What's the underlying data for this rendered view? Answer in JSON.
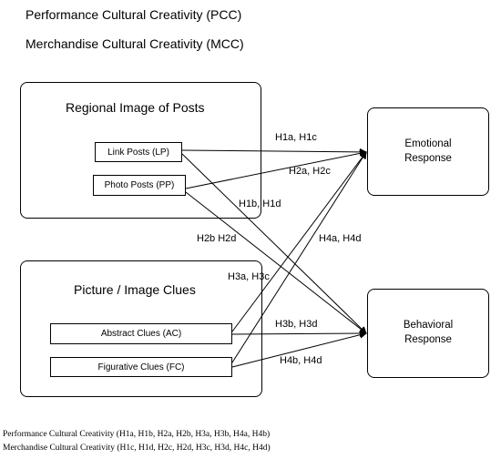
{
  "headings": {
    "pcc": "Performance Cultural Creativity (PCC)",
    "mcc": "Merchandise Cultural Creativity  (MCC)"
  },
  "groups": {
    "regional": {
      "title": "Regional Image of Posts",
      "items": [
        "Link Posts (LP)",
        "Photo Posts (PP)"
      ]
    },
    "picture": {
      "title": "Picture / Image Clues",
      "items": [
        "Abstract Clues (AC)",
        "Figurative Clues (FC)"
      ]
    }
  },
  "responses": {
    "emotional": [
      "Emotional",
      "Response"
    ],
    "behavioral": [
      "Behavioral",
      "Response"
    ]
  },
  "paths": {
    "h1a_h1c": "H1a, H1c",
    "h2a_h2c": "H2a, H2c",
    "h1b_h1d": "H1b, H1d",
    "h2b_h2d": "H2b H2d",
    "h4a_h4d": "H4a, H4d",
    "h3a_h3c": "H3a, H3c",
    "h3b_h3d": "H3b, H3d",
    "h4b_h4d": "H4b, H4d"
  },
  "notes": [
    "Performance Cultural Creativity (H1a, H1b, H2a, H2b, H3a, H3b, H4a, H4b)",
    "Merchandise Cultural Creativity (H1c, H1d, H2c, H2d, H3c, H3d, H4c, H4d)"
  ]
}
